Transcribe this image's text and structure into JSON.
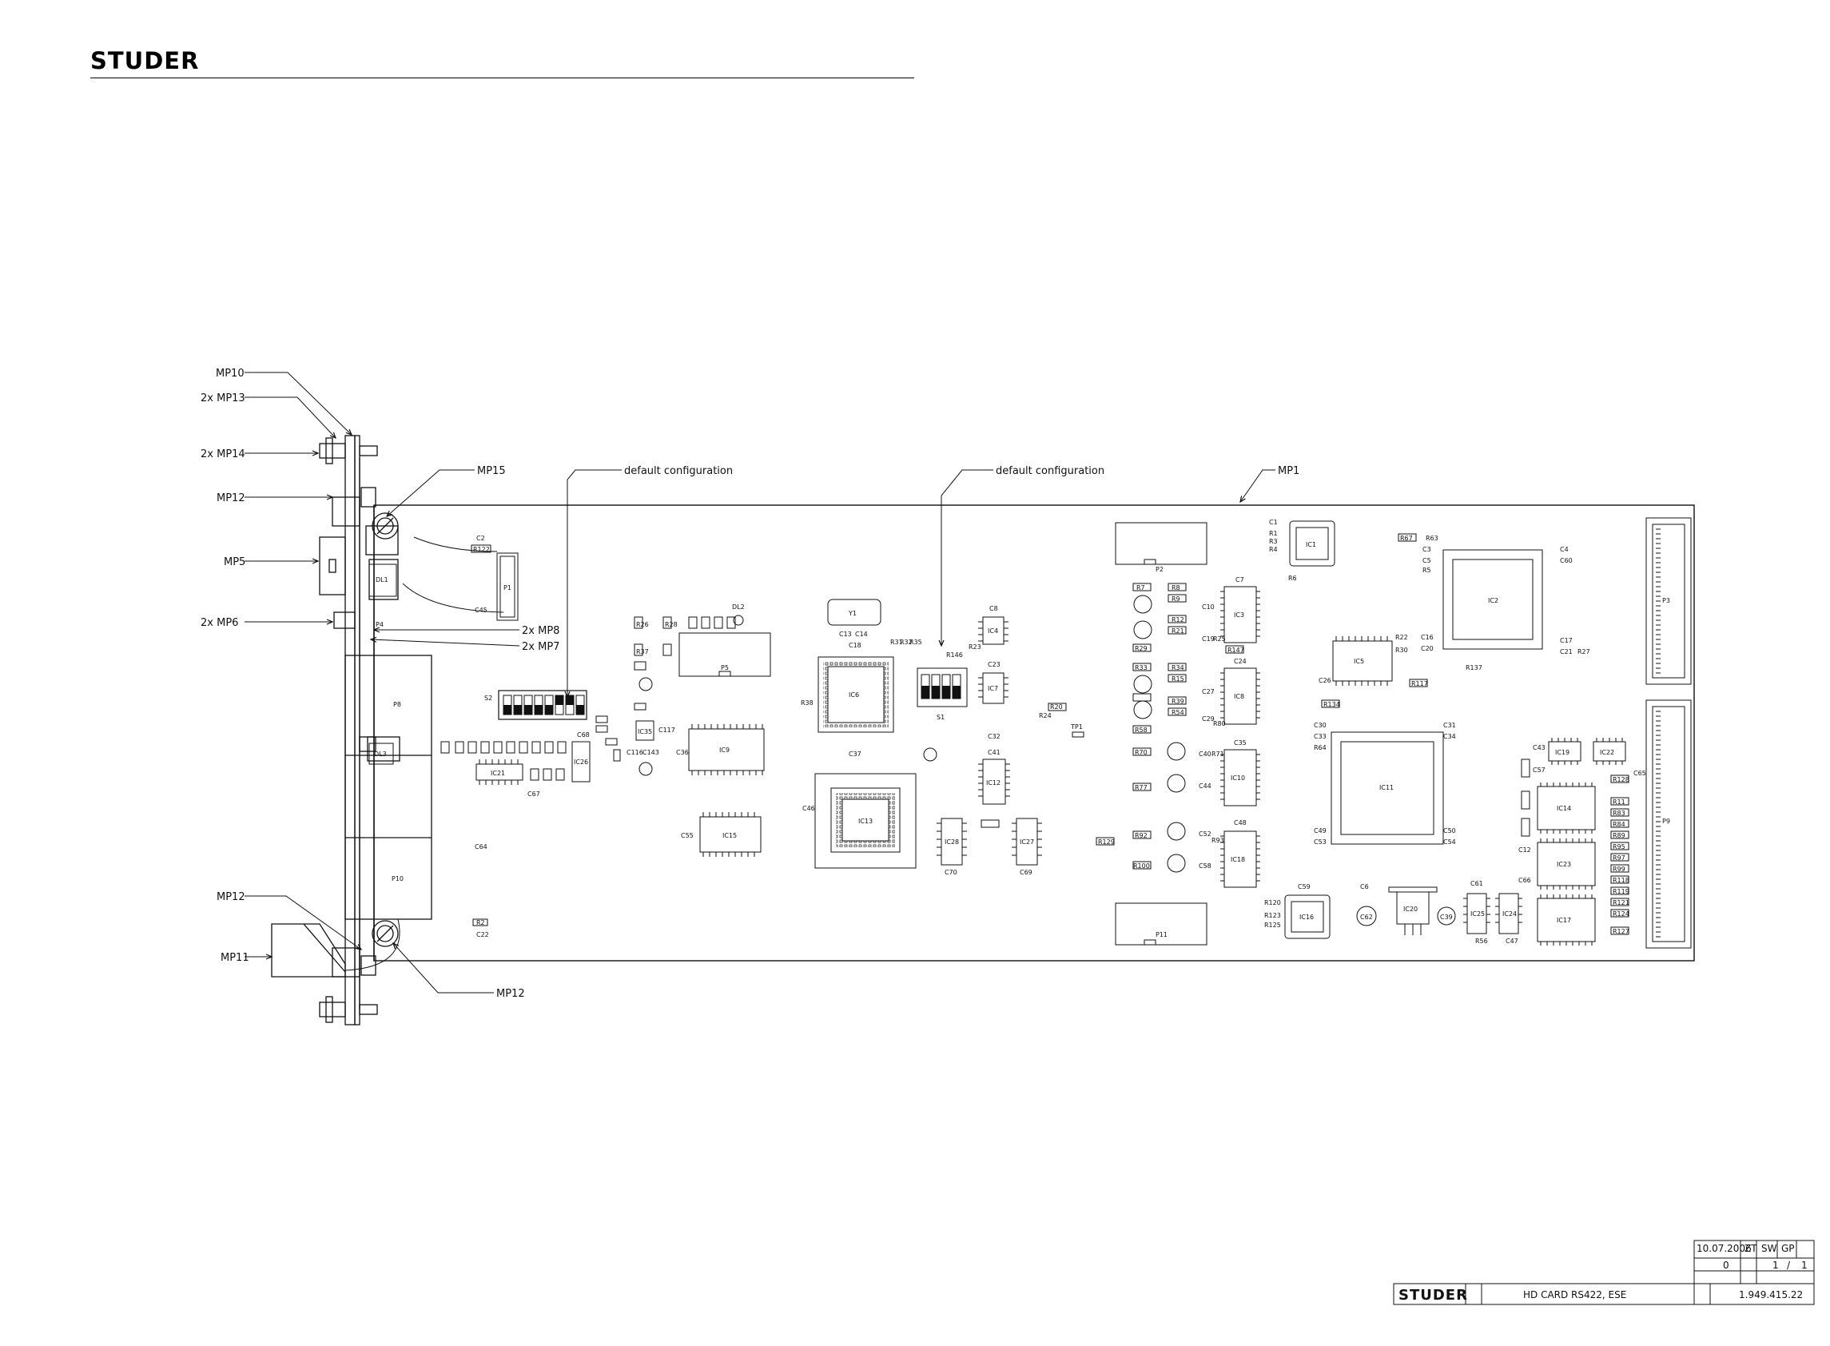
{
  "header": {
    "logo": "STUDER"
  },
  "callouts": {
    "mp10": "MP10",
    "mp13": "2x MP13",
    "mp14": "2x MP14",
    "mp12_top": "MP12",
    "mp5": "MP5",
    "mp6": "2x MP6",
    "mp15": "MP15",
    "mp8": "2x MP8",
    "mp7": "2x MP7",
    "mp12_mid": "MP12",
    "mp11": "MP11",
    "mp12_bot": "MP12",
    "mp1": "MP1",
    "default_cfg_1": "default configuration",
    "default_cfg_2": "default configuration"
  },
  "board": {
    "connectors": {
      "p1": "P1",
      "p2": "P2",
      "p3": "P3",
      "p4": "P4",
      "p5": "P5",
      "p8": "P8",
      "p9": "P9",
      "p10": "P10",
      "p11": "P11"
    },
    "leds": {
      "dl1": "DL1",
      "dl2": "DL2",
      "dl3": "DL3"
    },
    "switches": {
      "s1": "S1",
      "s2": "S2"
    },
    "crystal": "Y1",
    "testpoint": "TP1",
    "ics": {
      "ic1": "IC1",
      "ic2": "IC2",
      "ic3": "IC3",
      "ic4": "IC4",
      "ic5": "IC5",
      "ic6": "IC6",
      "ic7": "IC7",
      "ic8": "IC8",
      "ic9": "IC9",
      "ic10": "IC10",
      "ic11": "IC11",
      "ic12": "IC12",
      "ic13": "IC13",
      "ic14": "IC14",
      "ic15": "IC15",
      "ic16": "IC16",
      "ic17": "IC17",
      "ic18": "IC18",
      "ic19": "IC19",
      "ic20": "IC20",
      "ic21": "IC21",
      "ic22": "IC22",
      "ic23": "IC23",
      "ic24": "IC24",
      "ic25": "IC25",
      "ic26": "IC26",
      "ic27": "IC27",
      "ic28": "IC28",
      "ic35": "IC35"
    },
    "parts": {
      "c1": "C1",
      "r1": "R1",
      "r3": "R3",
      "r4": "R4",
      "r6": "R6",
      "r67": "R67",
      "r63": "R63",
      "c3": "C3",
      "c5": "C5",
      "r5": "R5",
      "c4": "C4",
      "c60": "C60",
      "c2": "C2",
      "r122": "R122",
      "c45": "C45",
      "c13": "C13",
      "c14": "C14",
      "c18": "C18",
      "r31": "R31",
      "r32": "R32",
      "r35": "R35",
      "r146": "R146",
      "r23": "R23",
      "c8": "C8",
      "c23": "C23",
      "r38": "R38",
      "c37": "C37",
      "c36": "C36",
      "c68": "C68",
      "c67": "C67",
      "c116": "C116",
      "c143": "C143",
      "c117": "C117",
      "c32": "C32",
      "c41": "C41",
      "c46": "C46",
      "c55": "C55",
      "c70": "C70",
      "c69": "C69",
      "r24": "R24",
      "r20": "R20",
      "r129": "R129",
      "c64": "C64",
      "r2": "R2",
      "c22": "C22",
      "c7": "C7",
      "c10": "C10",
      "c19": "C19",
      "r25": "R25",
      "r147": "R147",
      "c24": "C24",
      "c27": "C27",
      "c29": "C29",
      "r80": "R80",
      "c35": "C35",
      "c40": "C40",
      "r71": "R71",
      "c44": "C44",
      "c48": "C48",
      "c52": "C52",
      "r93": "R93",
      "c58": "C58",
      "r100": "R100",
      "r7": "R7",
      "r8": "R8",
      "r9": "R9",
      "r12": "R12",
      "r21": "R21",
      "r29": "R29",
      "r33": "R33",
      "r34": "R34",
      "r15": "R15",
      "r39": "R39",
      "r54": "R54",
      "r58": "R58",
      "r70": "R70",
      "r77": "R77",
      "r92": "R92",
      "c26": "C26",
      "r134": "R134",
      "r137": "R137",
      "r117": "R117",
      "c16": "C16",
      "c20": "C20",
      "c17": "C17",
      "c21": "C21",
      "r27": "R27",
      "r22": "R22",
      "r30": "R30",
      "c30": "C30",
      "c33": "C33",
      "r64": "R64",
      "c31": "C31",
      "c34": "C34",
      "c49": "C49",
      "c53": "C53",
      "c50": "C50",
      "c54": "C54",
      "c59": "C59",
      "r120": "R120",
      "r123": "R123",
      "r125": "R125",
      "c6": "C6",
      "c62": "C62",
      "c39": "C39",
      "c61": "C61",
      "r56": "R56",
      "c47": "C47",
      "c43": "C43",
      "c57": "C57",
      "c65": "C65",
      "r128": "R128",
      "c12": "C12",
      "c66": "C66",
      "r11": "R11",
      "r83": "R83",
      "r84": "R84",
      "r89": "R89",
      "r95": "R95",
      "r97": "R97",
      "r99": "R99",
      "r118": "R118",
      "r119": "R119",
      "r121": "R121",
      "r124": "R124",
      "r127": "R127",
      "r26": "R26",
      "r28": "R28",
      "r37": "R37"
    }
  },
  "title_block": {
    "date": "10.07.2006",
    "init1": "ZT",
    "init2": "SW",
    "init3": "GP",
    "index": "0",
    "page": "1",
    "slash": "/",
    "pages": "1",
    "logo": "STUDER",
    "title": "HD CARD RS422, ESE",
    "doc_no": "1.949.415.22"
  }
}
